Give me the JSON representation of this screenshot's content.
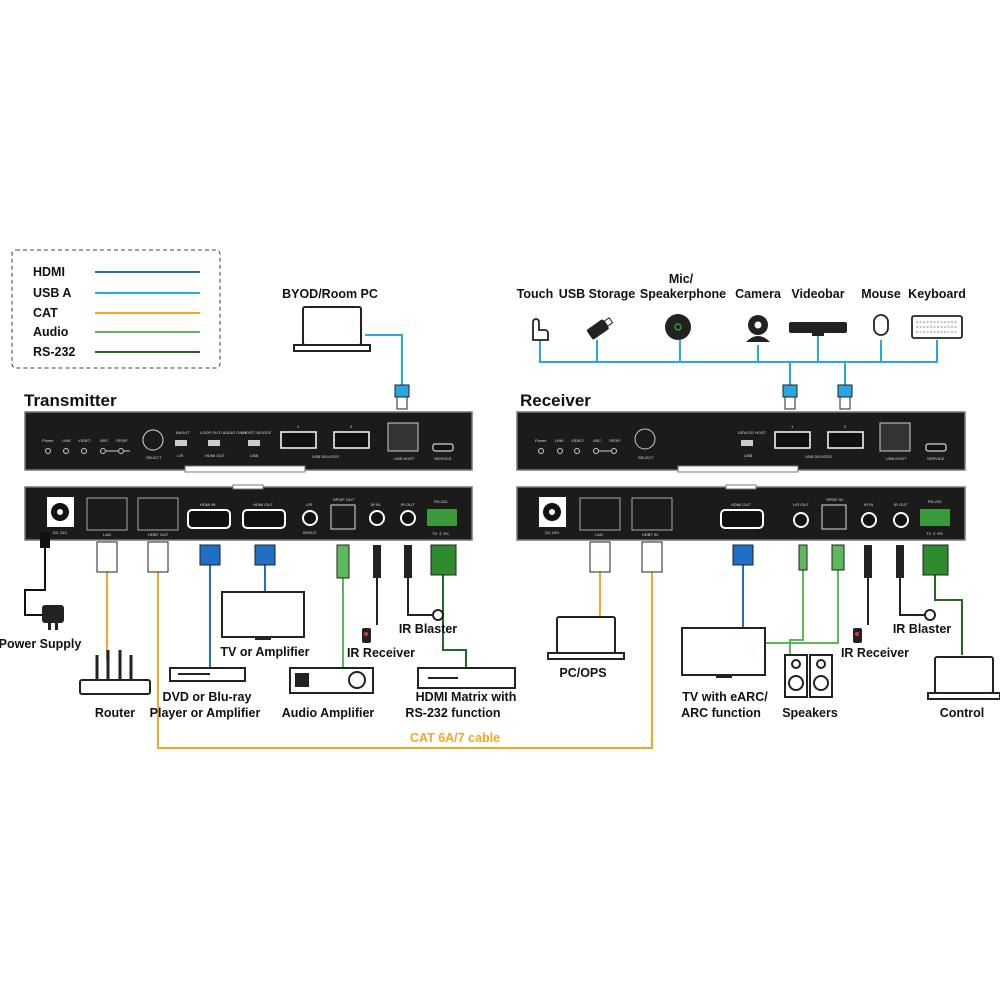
{
  "legend": {
    "items": [
      {
        "label": "HDMI",
        "color": "#1f6fc5"
      },
      {
        "label": "USB A",
        "color": "#29a8e0"
      },
      {
        "label": "CAT",
        "color": "#f5a623"
      },
      {
        "label": "Audio",
        "color": "#5cb85c"
      },
      {
        "label": "RS-232",
        "color": "#1e6b1e"
      }
    ]
  },
  "transmitter": {
    "title": "Transmitter",
    "front": {
      "leds": [
        "Power",
        "LINK",
        "VIDEO",
        "ARC",
        "SPDIF"
      ],
      "select": "SELECT",
      "switches": [
        {
          "top": "IN/OUT",
          "bottom": "L/R"
        },
        {
          "top": "LOOP OUT/ AUDIO ONLY",
          "bottom": "HDMI OUT"
        },
        {
          "top": "HOST/ DEVICE",
          "bottom": "USB"
        }
      ],
      "usb_ports": [
        "1",
        "2"
      ],
      "usb_devices": "USB DEVICES",
      "usb_host": "USB HOST",
      "service": "SERVICE"
    },
    "rear": {
      "dc": "DC 24V",
      "lan": "LAN",
      "hdbt": "HDBT OUT",
      "hdmi_in": "HDMI IN",
      "hdmi_out": "HDMI OUT",
      "lr_top": "L/R",
      "lr_bottom": "IN/OUT",
      "spdif": "SPDIF OUT",
      "ir_in": "IR IN",
      "ir_out": "IR OUT",
      "rs232": "RS-232",
      "rs232_pins": "TX ⏚ RX"
    }
  },
  "receiver": {
    "title": "Receiver",
    "front": {
      "leds": [
        "Power",
        "LINK",
        "VIDEO",
        "ARC",
        "SPDIF"
      ],
      "select": "SELECT",
      "switch": {
        "top": "DEVICE/ HOST",
        "bottom": "USB"
      },
      "usb_ports": [
        "1",
        "2"
      ],
      "usb_devices": "USB DEVICES",
      "usb_host": "USB HOST",
      "service": "SERVICE"
    },
    "rear": {
      "dc": "DC 24V",
      "lan": "LAN",
      "hdbt": "HDBT IN",
      "hdmi_out": "HDMI OUT",
      "lr": "L/R OUT",
      "spdif": "SPDIF IN",
      "ir_in": "IR IN",
      "ir_out": "IR OUT",
      "rs232": "RS-232",
      "rs232_pins": "TX ⏚ RX"
    }
  },
  "devices": {
    "byod": "BYOD/Room PC",
    "touch": "Touch",
    "usb_storage": "USB Storage",
    "mic_1": "Mic/",
    "mic_2": "Speakerphone",
    "camera": "Camera",
    "videobar": "Videobar",
    "mouse": "Mouse",
    "keyboard": "Keyboard",
    "power_supply": "Power Supply",
    "router": "Router",
    "tv_amp": "TV or Amplifier",
    "dvd_1": "DVD or Blu-ray",
    "dvd_2": "Player or Amplifier",
    "audio_amp": "Audio Amplifier",
    "ir_receiver_tx": "IR Receiver",
    "ir_blaster_tx": "IR Blaster",
    "matrix_1": "HDMI Matrix with",
    "matrix_2": "RS-232 function",
    "pc_ops": "PC/OPS",
    "tv_earc_1": "TV with eARC/",
    "tv_earc_2": "ARC function",
    "speakers": "Speakers",
    "ir_receiver_rx": "IR Receiver",
    "ir_blaster_rx": "IR Blaster",
    "control": "Control"
  },
  "cable_label": "CAT 6A/7 cable"
}
